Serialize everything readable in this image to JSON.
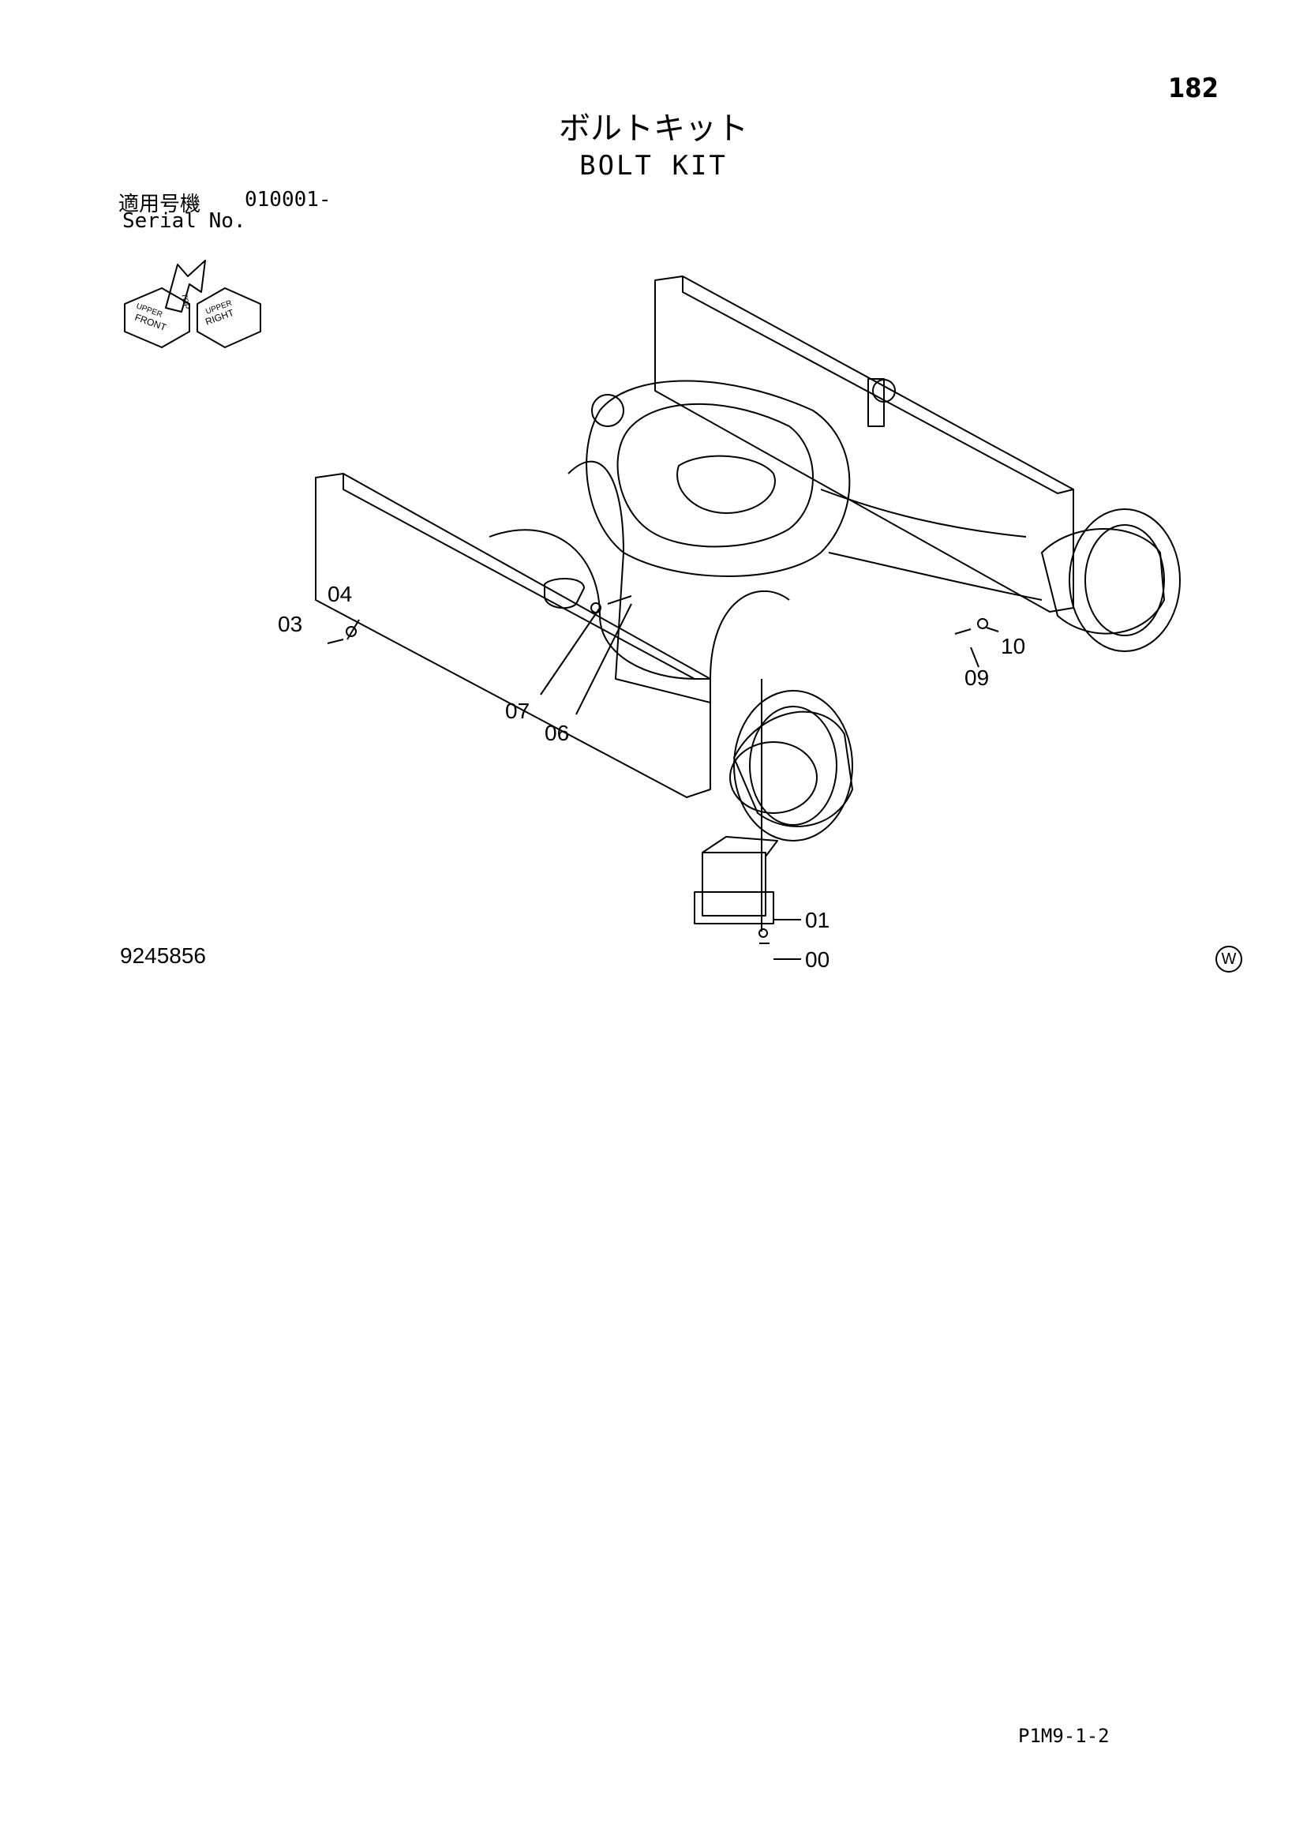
{
  "page_number": "182",
  "title_jp": "ボルトキット",
  "title_en": "BOLT KIT",
  "serial": {
    "label_jp": "適用号機",
    "value": "010001-",
    "label_en": "Serial No."
  },
  "orientation_labels": [
    "FRONT",
    "RIGHT",
    "UPPER",
    "TOP",
    "UPPER"
  ],
  "drawing_code": "9245856",
  "mark": "W",
  "footer_code": "P1M9-1-2",
  "callouts": [
    {
      "label": "00"
    },
    {
      "label": "01"
    },
    {
      "label": "03"
    },
    {
      "label": "04"
    },
    {
      "label": "06"
    },
    {
      "label": "07"
    },
    {
      "label": "09"
    },
    {
      "label": "10"
    }
  ]
}
